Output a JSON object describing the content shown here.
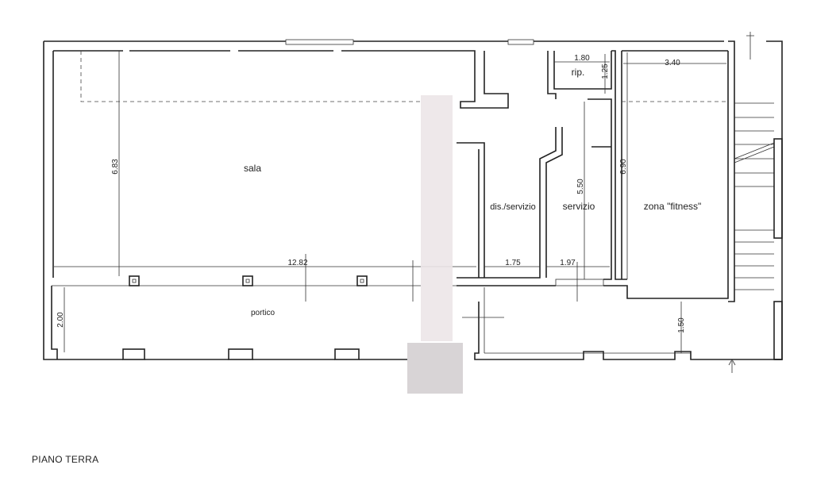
{
  "plan": {
    "rooms": {
      "sala": "sala",
      "portico": "portico",
      "dis_servizio": "dis./servizio",
      "servizio": "servizio",
      "rip": "rip.",
      "fitness": "zona \"fitness\""
    },
    "dimensions": {
      "sala_width": "12.82",
      "sala_depth": "6.83",
      "portico_depth": "2.00",
      "dis_width": "1.75",
      "servizio_width": "1.97",
      "servizio_depth": "5.50",
      "rip_width": "1.80",
      "rip_depth": "1.25",
      "fitness_width": "3.40",
      "fitness_depth": "6.90",
      "front_depth": "1.50"
    },
    "caption": "PIANO TERRA"
  }
}
